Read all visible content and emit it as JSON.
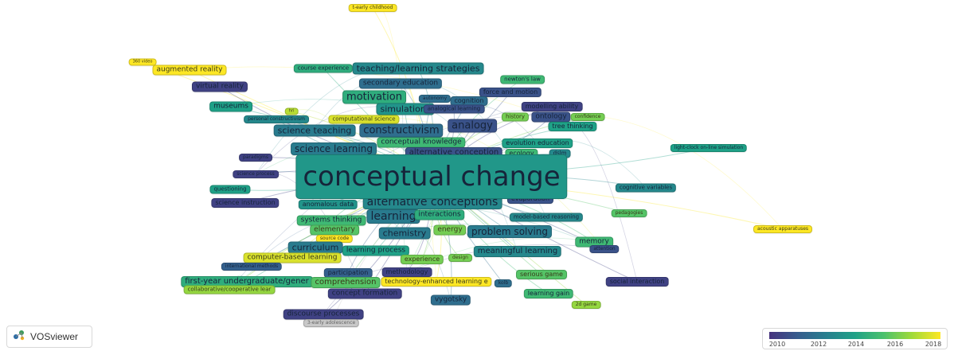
{
  "app": {
    "name": "VOSviewer"
  },
  "color_scale": {
    "ticks": [
      "2010",
      "2012",
      "2014",
      "2016",
      "2018"
    ],
    "colors": [
      "#46337e",
      "#365c8d",
      "#277f8e",
      "#1fa187",
      "#4ac16d",
      "#a0da39",
      "#fde725"
    ]
  },
  "network": {
    "hub": "conceptual change",
    "terms": [
      {
        "label": "conceptual change",
        "year": 2013.6,
        "size": 34
      },
      {
        "label": "t-early childhood",
        "year": 2018,
        "size": 6
      },
      {
        "label": "360 video",
        "year": 2018,
        "size": 5
      },
      {
        "label": "augmented reality",
        "year": 2018,
        "size": 9
      },
      {
        "label": "course experience",
        "year": 2014.5,
        "size": 7
      },
      {
        "label": "teaching/learning strategies",
        "year": 2013,
        "size": 11
      },
      {
        "label": "virtual reality",
        "year": 2010.5,
        "size": 9
      },
      {
        "label": "secondary education",
        "year": 2012,
        "size": 9
      },
      {
        "label": "newton's law",
        "year": 2015,
        "size": 7
      },
      {
        "label": "motivation",
        "year": 2014.5,
        "size": 13
      },
      {
        "label": "autonomy",
        "year": 2012,
        "size": 6
      },
      {
        "label": "force and motion",
        "year": 2011,
        "size": 8
      },
      {
        "label": "cognition",
        "year": 2012,
        "size": 8
      },
      {
        "label": "museums",
        "year": 2014,
        "size": 9
      },
      {
        "label": "simulations",
        "year": 2013.5,
        "size": 11
      },
      {
        "label": "analogical learning",
        "year": 2011,
        "size": 7
      },
      {
        "label": "modelling ability",
        "year": 2010.5,
        "size": 8
      },
      {
        "label": "hri",
        "year": 2017,
        "size": 5
      },
      {
        "label": "personal constructivism",
        "year": 2013,
        "size": 6
      },
      {
        "label": "computational science",
        "year": 2017.5,
        "size": 7
      },
      {
        "label": "history",
        "year": 2016,
        "size": 7
      },
      {
        "label": "ontology",
        "year": 2011,
        "size": 9
      },
      {
        "label": "confidence",
        "year": 2016,
        "size": 6
      },
      {
        "label": "science teaching",
        "year": 2012.5,
        "size": 11
      },
      {
        "label": "constructivism",
        "year": 2012,
        "size": 13
      },
      {
        "label": "analogy",
        "year": 2011,
        "size": 13
      },
      {
        "label": "tree thinking",
        "year": 2014,
        "size": 8
      },
      {
        "label": "conceptual knowledge",
        "year": 2015,
        "size": 9
      },
      {
        "label": "evolution education",
        "year": 2014,
        "size": 8
      },
      {
        "label": "science learning",
        "year": 2012.5,
        "size": 12
      },
      {
        "label": "alternative conception",
        "year": 2011,
        "size": 10
      },
      {
        "label": "ecology",
        "year": 2015,
        "size": 8
      },
      {
        "label": "dslm",
        "year": 2013,
        "size": 7
      },
      {
        "label": "light-clock on-line simulation",
        "year": 2014,
        "size": 6
      },
      {
        "label": "paradigms",
        "year": 2010.5,
        "size": 6
      },
      {
        "label": "science process",
        "year": 2010.5,
        "size": 6
      },
      {
        "label": "questioning",
        "year": 2014,
        "size": 7
      },
      {
        "label": "cognitive variables",
        "year": 2013,
        "size": 7
      },
      {
        "label": "alternative conceptions",
        "year": 2013,
        "size": 14
      },
      {
        "label": "evaporation",
        "year": 2011,
        "size": 8
      },
      {
        "label": "science instruction",
        "year": 2010.5,
        "size": 8
      },
      {
        "label": "anomalous data",
        "year": 2013.5,
        "size": 8
      },
      {
        "label": "learning",
        "year": 2012.5,
        "size": 14
      },
      {
        "label": "interactions",
        "year": 2014.5,
        "size": 9
      },
      {
        "label": "systems thinking",
        "year": 2015,
        "size": 9
      },
      {
        "label": "model-based reasoning",
        "year": 2013,
        "size": 7
      },
      {
        "label": "pedagogies",
        "year": 2015.5,
        "size": 6
      },
      {
        "label": "acoustic apparatuses",
        "year": 2018,
        "size": 6
      },
      {
        "label": "elementary",
        "year": 2015.5,
        "size": 9
      },
      {
        "label": "chemistry",
        "year": 2012.5,
        "size": 11
      },
      {
        "label": "energy",
        "year": 2016,
        "size": 9
      },
      {
        "label": "problem solving",
        "year": 2012.5,
        "size": 12
      },
      {
        "label": "source code",
        "year": 2018,
        "size": 6
      },
      {
        "label": "memory",
        "year": 2015,
        "size": 9
      },
      {
        "label": "curriculum",
        "year": 2012.5,
        "size": 11
      },
      {
        "label": "learning process",
        "year": 2014,
        "size": 9
      },
      {
        "label": "attention",
        "year": 2011,
        "size": 6
      },
      {
        "label": "meaningful learning",
        "year": 2013,
        "size": 10
      },
      {
        "label": "computer-based learning",
        "year": 2017.5,
        "size": 9
      },
      {
        "label": "experience",
        "year": 2016,
        "size": 8
      },
      {
        "label": "design",
        "year": 2016,
        "size": 6
      },
      {
        "label": "international methods",
        "year": 2011.5,
        "size": 6
      },
      {
        "label": "participation",
        "year": 2011.5,
        "size": 8
      },
      {
        "label": "methodology",
        "year": 2010.5,
        "size": 8
      },
      {
        "label": "serious game",
        "year": 2015.5,
        "size": 8
      },
      {
        "label": "first-year undergraduate/gener",
        "year": 2014.5,
        "size": 10
      },
      {
        "label": "comprehension",
        "year": 2015.5,
        "size": 10
      },
      {
        "label": "technology-enhanced learning e",
        "year": 2018,
        "size": 8
      },
      {
        "label": "kolb",
        "year": 2012,
        "size": 6
      },
      {
        "label": "social interaction",
        "year": 2010.5,
        "size": 8
      },
      {
        "label": "collaborative/cooperative lear",
        "year": 2016.5,
        "size": 7
      },
      {
        "label": "concept formation",
        "year": 2010.5,
        "size": 9
      },
      {
        "label": "learning gain",
        "year": 2015,
        "size": 8
      },
      {
        "label": "vygotsky",
        "year": 2012,
        "size": 9
      },
      {
        "label": "2d game",
        "year": 2016.5,
        "size": 6
      },
      {
        "label": "discourse processes",
        "year": 2010.5,
        "size": 9
      },
      {
        "label": "3-early adolescence",
        "year": null,
        "size": 6
      }
    ]
  }
}
